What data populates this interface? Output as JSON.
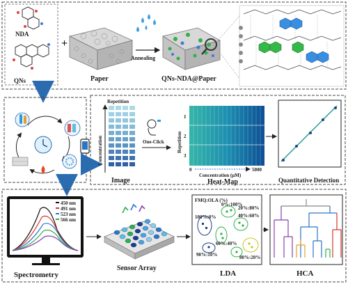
{
  "top_panel": {
    "nda_label": "NDA",
    "qns_label": "QNs",
    "paper_label": "Paper",
    "annealing_label": "Annealing",
    "product_label": "QNs-NDA@Paper"
  },
  "middle_panel": {
    "repetition_label": "Repetition",
    "concentration_label": "Concentration",
    "image_label": "Image",
    "one_click_label": "One-Click",
    "heatmap_label": "Heat-Map",
    "heatmap_ylabel": "Repetition",
    "heatmap_xlabel": "Concentration (μM)",
    "heatmap_rows": [
      "1",
      "2",
      "3"
    ],
    "heatmap_x_start": "0",
    "heatmap_x_end": "5000",
    "detection_label": "Quantitative Detection"
  },
  "bottom_panel": {
    "spectrometry_label": "Spectrometry",
    "wavelengths": [
      "450 nm",
      "491 nm",
      "523 nm",
      "566 nm"
    ],
    "sensor_label": "Sensor Array",
    "lda_label": "LDA",
    "lda_title": "FMQ:OLA (%)",
    "lda_groups": [
      "100%:0%",
      "0%:100%",
      "20%:80%",
      "40%:60%",
      "60%:40%",
      "80%:20%",
      "90%:10%"
    ],
    "hca_label": "HCA"
  },
  "colors": {
    "arrow_blue": "#2b6cb0",
    "panel_border": "#444444",
    "heatmap_start": "#1e9a8f",
    "heatmap_end": "#0d5a93"
  },
  "icons": [
    "magnifier-icon",
    "gear-icon",
    "phone-icon",
    "hand-click-icon",
    "monitor-icon",
    "water-drops-icon",
    "flame-icon"
  ]
}
